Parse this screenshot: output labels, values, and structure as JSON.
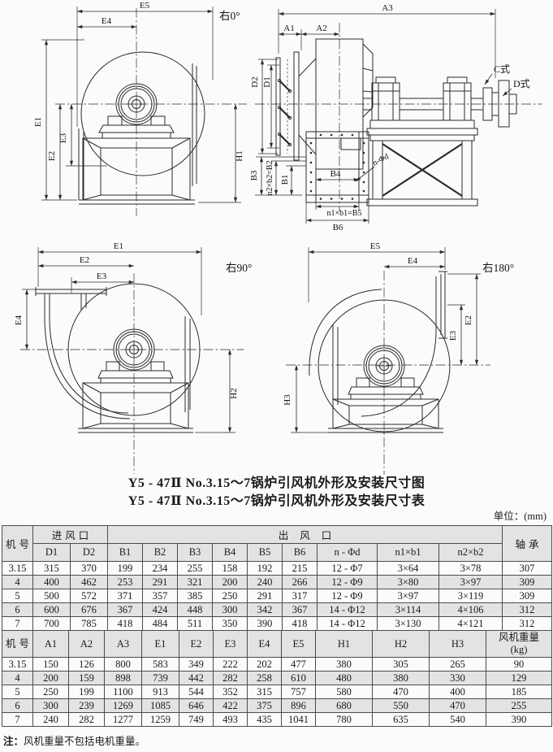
{
  "page": {
    "unit_label": "单位：(mm)",
    "note": {
      "prefix": "注：",
      "text": "风机重量不包括电机重量。"
    }
  },
  "titles": {
    "line1": "Y5 - 47Ⅱ No.3.15～7锅炉引风机外形及安装尺寸图",
    "line2": "Y5 - 47Ⅱ No.3.15～7锅炉引风机外形及安装尺寸表"
  },
  "drawings": {
    "view0": {
      "angle_label": "右0°",
      "e5": "E5",
      "e4": "E4",
      "e1": "E1",
      "e2": "E2",
      "e3": "E3",
      "h1": "H1"
    },
    "side": {
      "a3": "A3",
      "a1": "A1",
      "a2": "A2",
      "d2": "D2",
      "d1": "D1",
      "b3": "B3",
      "b2eq": "n2×b2=B2",
      "b1": "B1",
      "b4": "B4",
      "nphid": "n-Φd",
      "b5eq": "n1×b1=B5",
      "b6": "B6",
      "c_type": "C式",
      "d_type": "D式"
    },
    "view90": {
      "angle_label": "右90°",
      "e1": "E1",
      "e2": "E2",
      "e3": "E3",
      "e4": "E4",
      "h2": "H2"
    },
    "view180": {
      "angle_label": "右180°",
      "e5": "E5",
      "e4": "E4",
      "e2": "E2",
      "e3": "E3",
      "h3": "H3"
    }
  },
  "table1": {
    "header": {
      "machine_no": "机号",
      "inlet": "进风口",
      "outlet": "出风口",
      "bearing": "轴承",
      "sub": [
        "D1",
        "D2",
        "B1",
        "B2",
        "B3",
        "B4",
        "B5",
        "B6",
        "n - Φd",
        "n1×b1",
        "n2×b2"
      ]
    },
    "rows": [
      [
        "3.15",
        "315",
        "370",
        "199",
        "234",
        "255",
        "158",
        "192",
        "215",
        "12 - Φ7",
        "3×64",
        "3×78",
        "307"
      ],
      [
        "4",
        "400",
        "462",
        "253",
        "291",
        "321",
        "200",
        "240",
        "266",
        "12 - Φ9",
        "3×80",
        "3×97",
        "309"
      ],
      [
        "5",
        "500",
        "572",
        "371",
        "357",
        "385",
        "250",
        "291",
        "317",
        "12 - Φ9",
        "3×97",
        "3×119",
        "309"
      ],
      [
        "6",
        "600",
        "676",
        "367",
        "424",
        "448",
        "300",
        "342",
        "367",
        "14 - Φ12",
        "3×114",
        "4×106",
        "312"
      ],
      [
        "7",
        "700",
        "785",
        "418",
        "484",
        "511",
        "350",
        "390",
        "418",
        "14 - Φ12",
        "3×130",
        "4×121",
        "312"
      ]
    ]
  },
  "table2": {
    "header": [
      "机号",
      "A1",
      "A2",
      "A3",
      "E1",
      "E2",
      "E3",
      "E4",
      "E5",
      "H1",
      "H2",
      "H3"
    ],
    "weight_label": "风机重量",
    "weight_unit": "(kg)",
    "rows": [
      [
        "3.15",
        "150",
        "126",
        "800",
        "583",
        "349",
        "222",
        "202",
        "477",
        "380",
        "305",
        "265",
        "90"
      ],
      [
        "4",
        "200",
        "159",
        "898",
        "739",
        "442",
        "282",
        "258",
        "610",
        "480",
        "380",
        "330",
        "129"
      ],
      [
        "5",
        "250",
        "199",
        "1100",
        "913",
        "544",
        "352",
        "315",
        "757",
        "580",
        "470",
        "400",
        "185"
      ],
      [
        "6",
        "300",
        "239",
        "1269",
        "1085",
        "646",
        "422",
        "375",
        "896",
        "680",
        "550",
        "470",
        "255"
      ],
      [
        "7",
        "240",
        "282",
        "1277",
        "1259",
        "749",
        "493",
        "435",
        "1041",
        "780",
        "635",
        "540",
        "390"
      ]
    ]
  }
}
